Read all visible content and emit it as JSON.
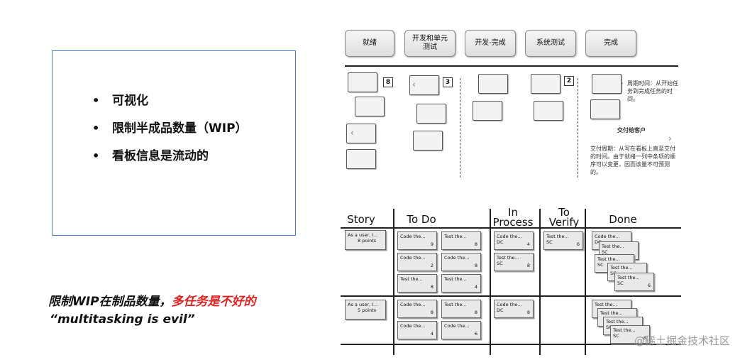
{
  "bullets": [
    "可视化",
    "限制半成品数量（WIP）",
    "看板信息是流动的"
  ],
  "caption": {
    "part1": "限制WIP在制品数量，",
    "part2": "多任务是不好的",
    "line2": "“multitasking is evil”"
  },
  "top_board": {
    "tabs": [
      "就绪",
      "开发和单元\n测试",
      "开发-完成",
      "系统测试",
      "完成"
    ],
    "limits": [
      "8",
      "3",
      "2"
    ],
    "cycle_note": "周期时间：从开始任务到完成任务的时间。",
    "delivery_label": "交付给客户",
    "delivery_note": "交付周期：从写在看板上直至交付的时间。由于就绪一列中条项的顺序可以变更，因而该量不可预测的。"
  },
  "bottom_board": {
    "headers": [
      "Story",
      "To Do",
      "In\nProcess",
      "To\nVerify",
      "Done"
    ],
    "story1": {
      "text": "As a user, I...",
      "points": "8 points"
    },
    "story2": {
      "text": "As a user, I...",
      "points": "5 points"
    },
    "cards": {
      "r1_todo": [
        {
          "t": "Code the...",
          "s": "",
          "n": "9"
        },
        {
          "t": "Test the...",
          "s": "",
          "n": "8"
        },
        {
          "t": "Code the...",
          "s": "",
          "n": "2"
        },
        {
          "t": "Code the...",
          "s": "",
          "n": "8"
        },
        {
          "t": "Test the...",
          "s": "",
          "n": "8"
        },
        {
          "t": "Test the...",
          "s": "",
          "n": "4"
        }
      ],
      "r1_inproc": [
        {
          "t": "Code the...",
          "s": "DC",
          "n": "4"
        },
        {
          "t": "Test the...",
          "s": "SC",
          "n": "8"
        }
      ],
      "r1_verify": [
        {
          "t": "Test the...",
          "s": "SC",
          "n": "6"
        }
      ],
      "r1_done": [
        {
          "t": "Code the...",
          "s": "DC",
          "n": ""
        },
        {
          "t": "Test the...",
          "s": "SC",
          "n": ""
        },
        {
          "t": "Test the...",
          "s": "SC",
          "n": ""
        },
        {
          "t": "Test the...",
          "s": "SC",
          "n": ""
        },
        {
          "t": "Test the...",
          "s": "SC",
          "n": "6"
        }
      ],
      "r2_todo": [
        {
          "t": "Code the...",
          "s": "",
          "n": "8"
        },
        {
          "t": "Test the...",
          "s": "",
          "n": "8"
        },
        {
          "t": "Code the...",
          "s": "",
          "n": "4"
        },
        {
          "t": "Code the...",
          "s": "",
          "n": "6"
        }
      ],
      "r2_inproc": [
        {
          "t": "Code the...",
          "s": "DC",
          "n": "8"
        }
      ],
      "r2_done": [
        {
          "t": "Test the...",
          "s": "",
          "n": ""
        },
        {
          "t": "Test the...",
          "s": "",
          "n": ""
        },
        {
          "t": "Test the...",
          "s": "SC",
          "n": ""
        },
        {
          "t": "Test the...",
          "s": "SC",
          "n": "6"
        }
      ]
    }
  },
  "watermark": "@稀土掘金技术社区"
}
